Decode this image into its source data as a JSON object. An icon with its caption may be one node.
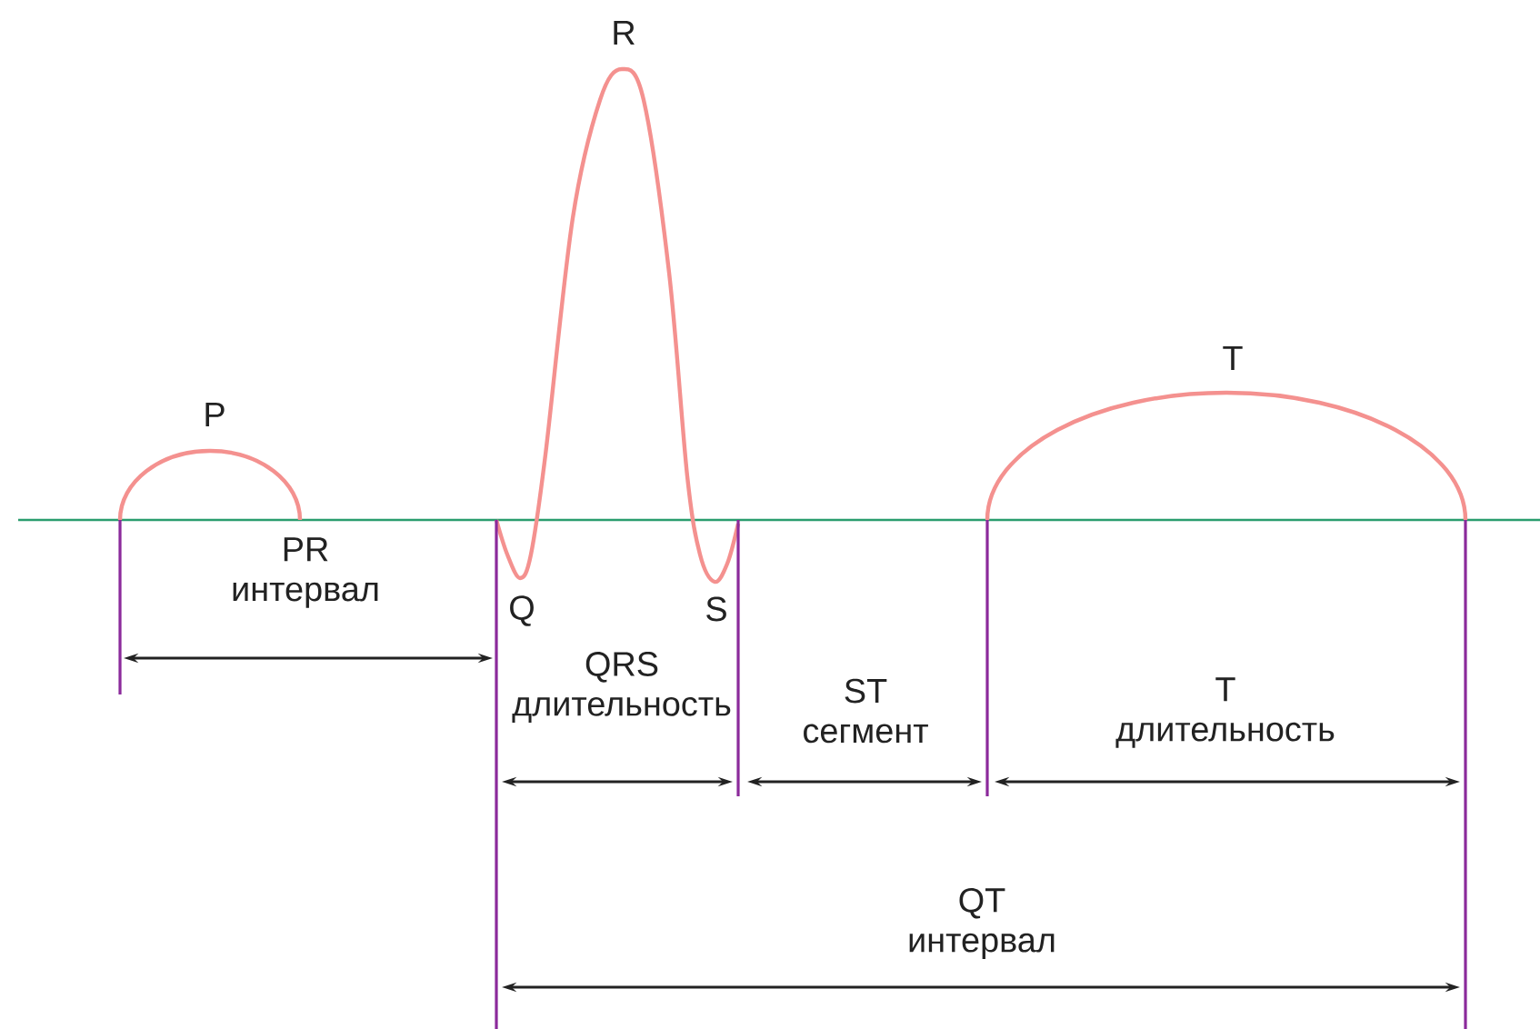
{
  "diagram": {
    "labels": [
      "R",
      "T",
      "P",
      "PR интервал",
      "Q",
      "S",
      "QRS длительность",
      "ST сегмент",
      "T длительность",
      "QT интервал"
    ]
  }
}
